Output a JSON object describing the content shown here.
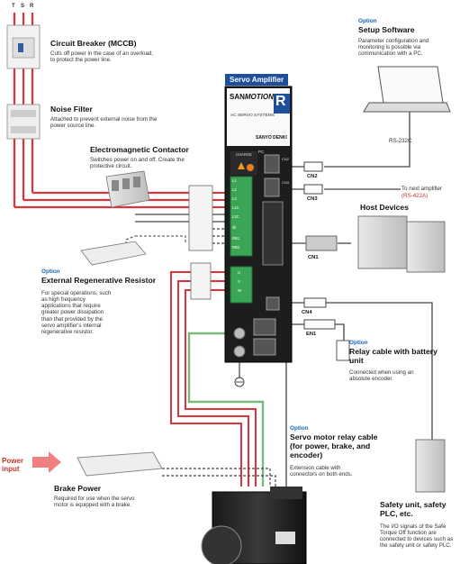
{
  "phase_labels": [
    "T",
    "S",
    "R"
  ],
  "servo_amplifier": {
    "badge": "Servo Amplifier",
    "brand_prefix": "SAN",
    "brand_suffix": "MOTION",
    "subtitle": "AC SERVO SYSTEMS",
    "maker": "SANYO DENKI",
    "logo_letter": "R",
    "charge": "CHARGE",
    "pc": "PC",
    "port_labels_top": [
      "CN2",
      "CN3"
    ],
    "terminal_labels": [
      "L1",
      "L2",
      "L3",
      "L1C",
      "L2C",
      "⊖",
      "RB1",
      "RB2"
    ],
    "motor_terminal_labels": [
      "U",
      "V",
      "W"
    ]
  },
  "components": {
    "circuit_breaker": {
      "title": "Circuit Breaker (MCCB)",
      "desc": "Cuts off power in the case of an overload, to protect the power line."
    },
    "noise_filter": {
      "title": "Noise Filter",
      "desc": "Attached to prevent external noise from the power source line."
    },
    "contactor": {
      "title": "Electromagnetic Contactor",
      "desc": "Switches power on and off. Create the protective circuit."
    },
    "regen_resistor": {
      "option": "Option",
      "title": "External Regenerative Resistor",
      "desc": "For special operations, such as high frequency applications that require greater power dissipation than that provided by the servo amplifier's internal regenerative resistor."
    },
    "setup_software": {
      "option": "Option",
      "title": "Setup Software",
      "desc": "Parameter configuration and monitoring is possible via communication with a PC.",
      "link": "RS-232C"
    },
    "next_amp": {
      "desc": "To next amplifier",
      "link": "(RS-422A)"
    },
    "host_devices": {
      "title": "Host Devices"
    },
    "relay_battery": {
      "option": "Option",
      "title": "Relay cable with battery unit",
      "desc": "Connected when using an absolute encoder."
    },
    "motor_relay": {
      "option": "Option",
      "title": "Servo motor relay cable (for power, brake, and encoder)",
      "desc": "Extension cable with connectors on both ends."
    },
    "brake_power": {
      "title": "Brake Power",
      "desc": "Required for use when the servo motor is equipped with a brake."
    },
    "power_input": {
      "title": "Power input"
    },
    "safety_unit": {
      "title": "Safety unit, safety PLC, etc.",
      "desc": "The I/O signals of the Safe Torque Off function are connected to devices such as the safety unit or safety PLC."
    }
  },
  "connector_labels": {
    "cn2": "CN2",
    "cn3": "CN3",
    "cn1": "CN1",
    "cn4": "CN4",
    "en1": "EN1"
  },
  "colors": {
    "red_wire": "#e0323a",
    "green_wire": "#7ab97a",
    "gray_wire": "#444444",
    "option_blue": "#1b63b5",
    "amp_body": "#1d1d1d",
    "badge_blue": "#1f4f9a"
  }
}
